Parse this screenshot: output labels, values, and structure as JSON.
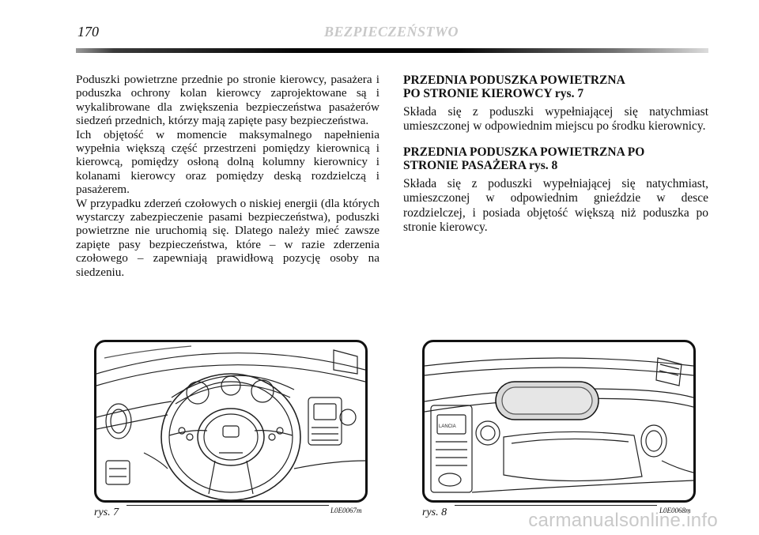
{
  "header": {
    "page_number": "170",
    "section_title": "BEZPIECZEŃSTWO"
  },
  "left_column": {
    "paragraphs": [
      "Poduszki powietrzne przednie po stronie kierowcy, pasażera i poduszka ochrony kolan kierowcy zaprojektowane są i wykalibrowane dla zwiększenia bezpieczeństwa pasażerów siedzeń przednich, którzy mają zapięte pasy bezpieczeństwa.",
      "Ich objętość w momencie maksymalnego napełnienia wypełnia większą część przestrzeni pomiędzy kierownicą i kierowcą, pomiędzy osłoną dolną kolumny kierownicy i kolanami kierowcy oraz pomiędzy deską rozdzielczą i pasażerem.",
      "W przypadku zderzeń czołowych o niskiej energii (dla których wystarczy zabezpieczenie pasami bezpieczeństwa), poduszki powietrzne nie uruchomią się. Dlatego należy mieć zawsze zapięte pasy bezpieczeństwa, które – w razie zderzenia czołowego – zapewniają prawidłową pozycję osoby na siedzeniu."
    ]
  },
  "right_column": {
    "section1": {
      "title_line1": "PRZEDNIA PODUSZKA POWIETRZNA",
      "title_line2": "PO STRONIE KIEROWCY",
      "title_ref": "rys. 7",
      "body": "Składa się z poduszki wypełniającej się natychmiast umieszczonej w odpowiednim miejscu po środku kierownicy."
    },
    "section2": {
      "title_line1": "PRZEDNIA PODUSZKA POWIETRZNA PO",
      "title_line2": "STRONIE PASAŻERA",
      "title_ref": "rys. 8",
      "body": "Składa się z poduszki wypełniającej się natychmiast, umieszczonej w odpowiednim gnieździe w desce rozdzielczej, i posiada objętość większą niż poduszka po stronie kierowcy."
    }
  },
  "figures": [
    {
      "caption": "rys. 7",
      "code": "L0E0067m",
      "logo_text": ""
    },
    {
      "caption": "rys. 8",
      "code": "L0E0068m",
      "logo_text": "LANCIA"
    }
  ],
  "watermark": "carmanualsonline.info"
}
